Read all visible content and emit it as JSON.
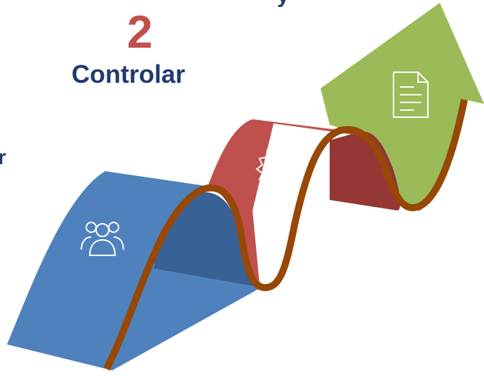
{
  "step": {
    "number": "2",
    "title": "Controlar"
  },
  "clipped": {
    "left_fragment": "r",
    "top_fragment": "y"
  },
  "colors": {
    "blue": "#4f81bd",
    "red": "#c0504d",
    "green": "#9bbb59",
    "edge": "#974806",
    "title_text": "#1f3b6e"
  },
  "icons": [
    "people-icon",
    "gear-icon",
    "document-icon"
  ]
}
